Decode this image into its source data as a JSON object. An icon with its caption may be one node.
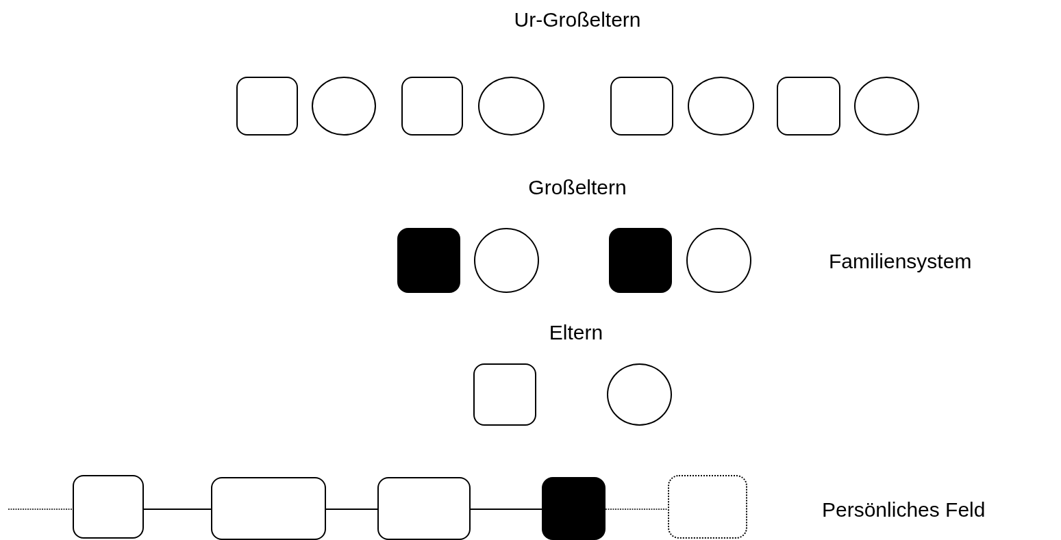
{
  "diagram": {
    "nodes": [
      {
        "text": [],
        "shape": "box"
      },
      {
        "text": [],
        "shape": "circle"
      },
      {
        "text": [],
        "shape": "box"
      },
      {
        "text": [],
        "shape": "circle"
      },
      {
        "text": [],
        "shape": "box"
      },
      {
        "text": [],
        "shape": "circle"
      },
      {
        "text": [],
        "shape": "box"
      },
      {
        "text": [],
        "shape": "circle"
      },
      {
        "text": [],
        "shape": "box"
      },
      {
        "text": [],
        "shape": "circle"
      },
      {
        "text": [],
        "shape": "box"
      },
      {
        "text": [],
        "shape": "circle"
      },
      {
        "text": [],
        "shape": "box"
      },
      {
        "text": [],
        "shape": "circle"
      },
      {
        "text": [],
        "shape": "box"
      },
      {
        "text": [],
        "shape": "box"
      },
      {
        "text": [],
        "shape": "box"
      },
      {
        "text": [],
        "shape": "box"
      },
      {
        "text": [],
        "shape": "box"
      }
    ],
    "edges": [
      {
        "from": null,
        "to": 14,
        "arrow": "none",
        "style": "dashed"
      },
      {
        "from": 14,
        "to": 15,
        "arrow": "none"
      },
      {
        "from": 15,
        "to": 16,
        "arrow": "none"
      },
      {
        "from": 16,
        "to": 17,
        "arrow": "none"
      },
      {
        "from": 17,
        "to": 18,
        "arrow": "none",
        "style": "dashed"
      }
    ],
    "labels": [
      "Ur-Großeltern",
      "Großeltern",
      "Familiensystem",
      "Eltern",
      "Persönliches Feld"
    ]
  }
}
